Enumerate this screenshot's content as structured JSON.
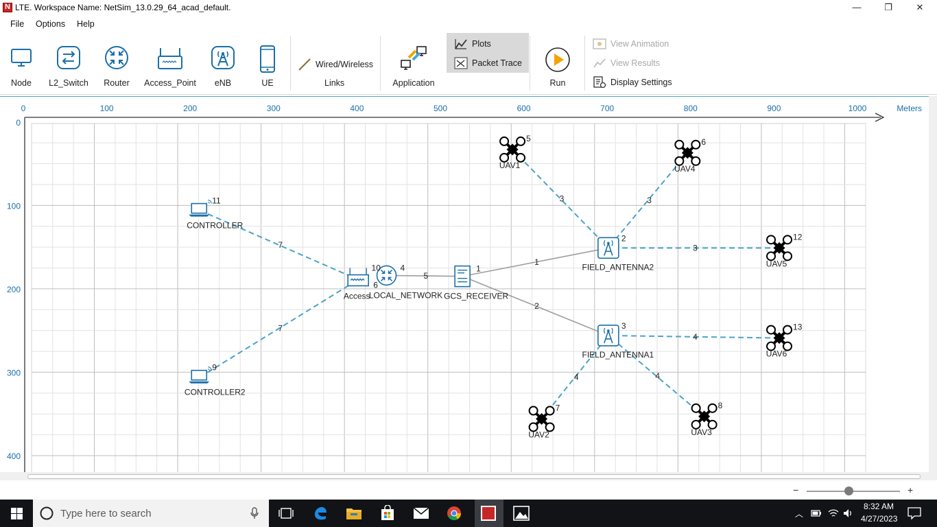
{
  "window": {
    "title": "LTE. Workspace Name: NetSim_13.0.29_64_acad_default.",
    "minimize": "—",
    "maximize": "❐",
    "close": "✕"
  },
  "menu": [
    "File",
    "Options",
    "Help"
  ],
  "ribbon": {
    "devices": [
      "Node",
      "L2_Switch",
      "Router",
      "Access_Point",
      "eNB",
      "UE"
    ],
    "links_tool": "Wired/Wireless",
    "links_group": "Links",
    "application": "Application",
    "plots": "Plots",
    "packet_trace": "Packet Trace",
    "run": "Run",
    "view_animation": "View Animation",
    "view_results": "View Results",
    "display_settings": "Display Settings"
  },
  "grid": {
    "x_ticks": [
      "0",
      "100",
      "200",
      "300",
      "400",
      "500",
      "600",
      "700",
      "800",
      "900",
      "1000"
    ],
    "y_ticks": [
      "0",
      "100",
      "200",
      "300",
      "400"
    ],
    "unit": "Meters"
  },
  "devices": [
    {
      "kind": "laptop",
      "label": "CONTROLLER",
      "id": "11",
      "x_m": 210,
      "y_m": 105
    },
    {
      "kind": "laptop",
      "label": "CONTROLLER2",
      "id": "9",
      "x_m": 210,
      "y_m": 305
    },
    {
      "kind": "access-point",
      "label": "Access",
      "id": "6",
      "x_m": 400,
      "y_m": 188
    },
    {
      "kind": "router",
      "label": "LOCAL_NETWORK",
      "id": "4",
      "id2": "10",
      "x_m": 434,
      "y_m": 183
    },
    {
      "kind": "server",
      "label": "GCS_RECEIVER",
      "id": "1",
      "x_m": 525,
      "y_m": 184
    },
    {
      "kind": "enb",
      "label": "FIELD_ANTENNA2",
      "id": "2",
      "x_m": 700,
      "y_m": 150
    },
    {
      "kind": "enb",
      "label": "FIELD_ANTENNA1",
      "id": "3",
      "x_m": 700,
      "y_m": 255
    },
    {
      "kind": "drone",
      "label": "UAV1",
      "id": "5",
      "x_m": 585,
      "y_m": 32
    },
    {
      "kind": "drone",
      "label": "UAV4",
      "id": "6",
      "x_m": 795,
      "y_m": 36
    },
    {
      "kind": "drone",
      "label": "UAV5",
      "id": "12",
      "x_m": 905,
      "y_m": 150
    },
    {
      "kind": "drone",
      "label": "UAV6",
      "id": "13",
      "x_m": 905,
      "y_m": 258
    },
    {
      "kind": "drone",
      "label": "UAV2",
      "id": "7",
      "x_m": 620,
      "y_m": 355
    },
    {
      "kind": "drone",
      "label": "UAV3",
      "id": "8",
      "x_m": 815,
      "y_m": 352
    }
  ],
  "links": [
    {
      "from": "CONTROLLER",
      "to": "Access",
      "label": "7",
      "type": "wireless"
    },
    {
      "from": "CONTROLLER2",
      "to": "Access",
      "label": "7",
      "type": "wireless"
    },
    {
      "from": "LOCAL_NETWORK",
      "to": "GCS_RECEIVER",
      "label": "5",
      "type": "wired"
    },
    {
      "from": "GCS_RECEIVER",
      "to": "FIELD_ANTENNA2",
      "label": "1",
      "type": "wired"
    },
    {
      "from": "GCS_RECEIVER",
      "to": "FIELD_ANTENNA1",
      "label": "2",
      "type": "wired"
    },
    {
      "from": "UAV1",
      "to": "FIELD_ANTENNA2",
      "label": "3",
      "type": "wireless"
    },
    {
      "from": "UAV4",
      "to": "FIELD_ANTENNA2",
      "label": "3",
      "type": "wireless"
    },
    {
      "from": "UAV5",
      "to": "FIELD_ANTENNA2",
      "label": "3",
      "type": "wireless"
    },
    {
      "from": "UAV6",
      "to": "FIELD_ANTENNA1",
      "label": "4",
      "type": "wireless"
    },
    {
      "from": "UAV2",
      "to": "FIELD_ANTENNA1",
      "label": "4",
      "type": "wireless"
    },
    {
      "from": "UAV3",
      "to": "FIELD_ANTENNA1",
      "label": "4",
      "type": "wireless"
    }
  ],
  "zoom": {
    "minus": "−",
    "plus": "+",
    "level": 0.45
  },
  "taskbar": {
    "search_placeholder": "Type here to search",
    "time": "8:32 AM",
    "date": "4/27/2023"
  },
  "colors": {
    "accent": "#1a6fa8",
    "wireless_link": "#4aa3c7",
    "wired_link": "#9e9e9e",
    "grid": "#dddddd",
    "taskbar": "#111316"
  }
}
